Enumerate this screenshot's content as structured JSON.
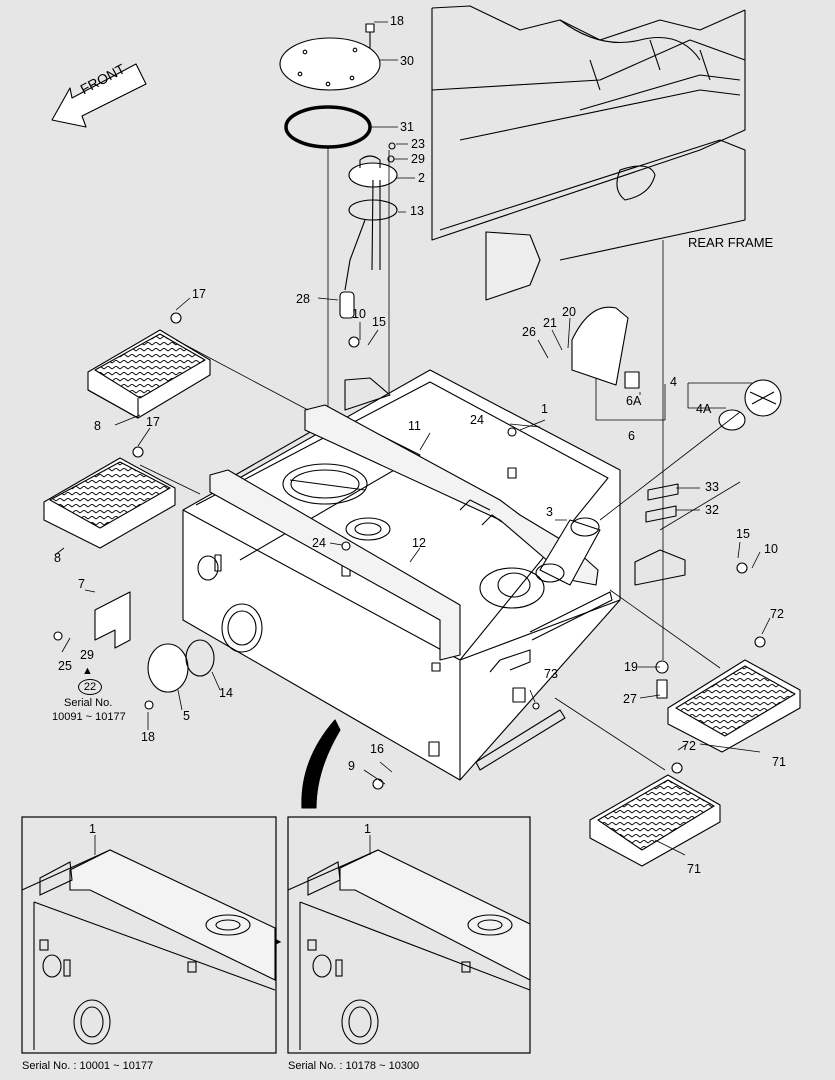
{
  "front_label": "FRONT",
  "rear_frame_label": "REAR FRAME",
  "serial_note": {
    "title": "Serial No.",
    "badge": "22",
    "range": "10091 ~ 10177"
  },
  "insets": [
    {
      "caption": "Serial No. : 10001 ~ 10177",
      "part": "1"
    },
    {
      "caption": "Serial No. : 10178 ~ 10300",
      "part": "1"
    }
  ],
  "callouts": {
    "c18a": "18",
    "c30": "30",
    "c31": "31",
    "c23": "23",
    "c29a": "29",
    "c2": "2",
    "c13": "13",
    "c28": "28",
    "c10a": "10",
    "c15a": "15",
    "c17a": "17",
    "c8a": "8",
    "c17b": "17",
    "c8b": "8",
    "c26": "26",
    "c21": "21",
    "c20": "20",
    "c6A": "6A",
    "c6": "6",
    "c4": "4",
    "c4A": "4A",
    "c24a": "24",
    "c1": "1",
    "c11": "11",
    "c3": "3",
    "c24b": "24",
    "c12": "12",
    "c33": "33",
    "c32": "32",
    "c15b": "15",
    "c10b": "10",
    "c7": "7",
    "c25": "25",
    "c29b": "29",
    "c5": "5",
    "c14": "14",
    "c18b": "18",
    "c73": "73",
    "c19": "19",
    "c27": "27",
    "c72a": "72",
    "c71a": "71",
    "c16": "16",
    "c9": "9",
    "c72b": "72",
    "c71b": "71"
  }
}
